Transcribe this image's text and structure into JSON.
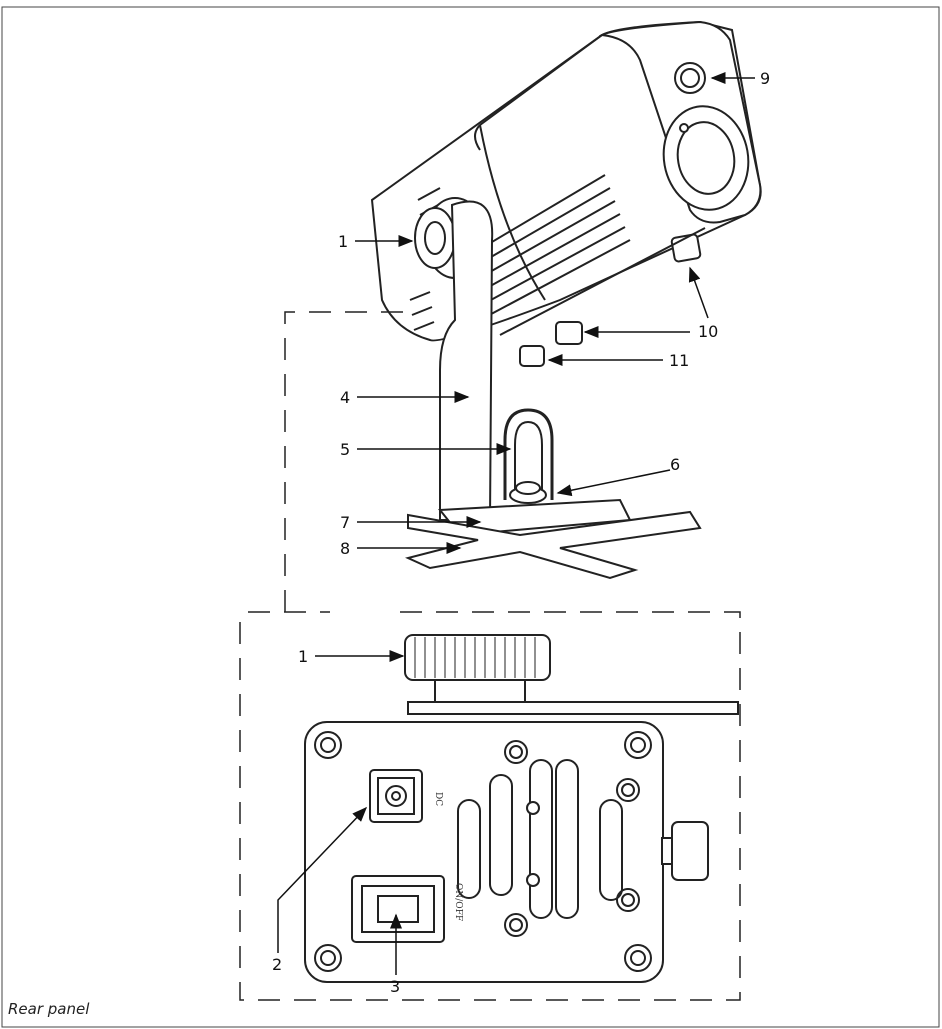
{
  "caption": "Rear panel",
  "callouts": [
    {
      "id": "1",
      "label": "1"
    },
    {
      "id": "9",
      "label": "9"
    },
    {
      "id": "10",
      "label": "10"
    },
    {
      "id": "11",
      "label": "11"
    },
    {
      "id": "4",
      "label": "4"
    },
    {
      "id": "5",
      "label": "5"
    },
    {
      "id": "6",
      "label": "6"
    },
    {
      "id": "7",
      "label": "7"
    },
    {
      "id": "8",
      "label": "8"
    },
    {
      "id": "1b",
      "label": "1"
    },
    {
      "id": "2",
      "label": "2"
    },
    {
      "id": "3",
      "label": "3"
    }
  ],
  "panel_text": {
    "dc": "DC",
    "switch": "ON/OFF"
  }
}
